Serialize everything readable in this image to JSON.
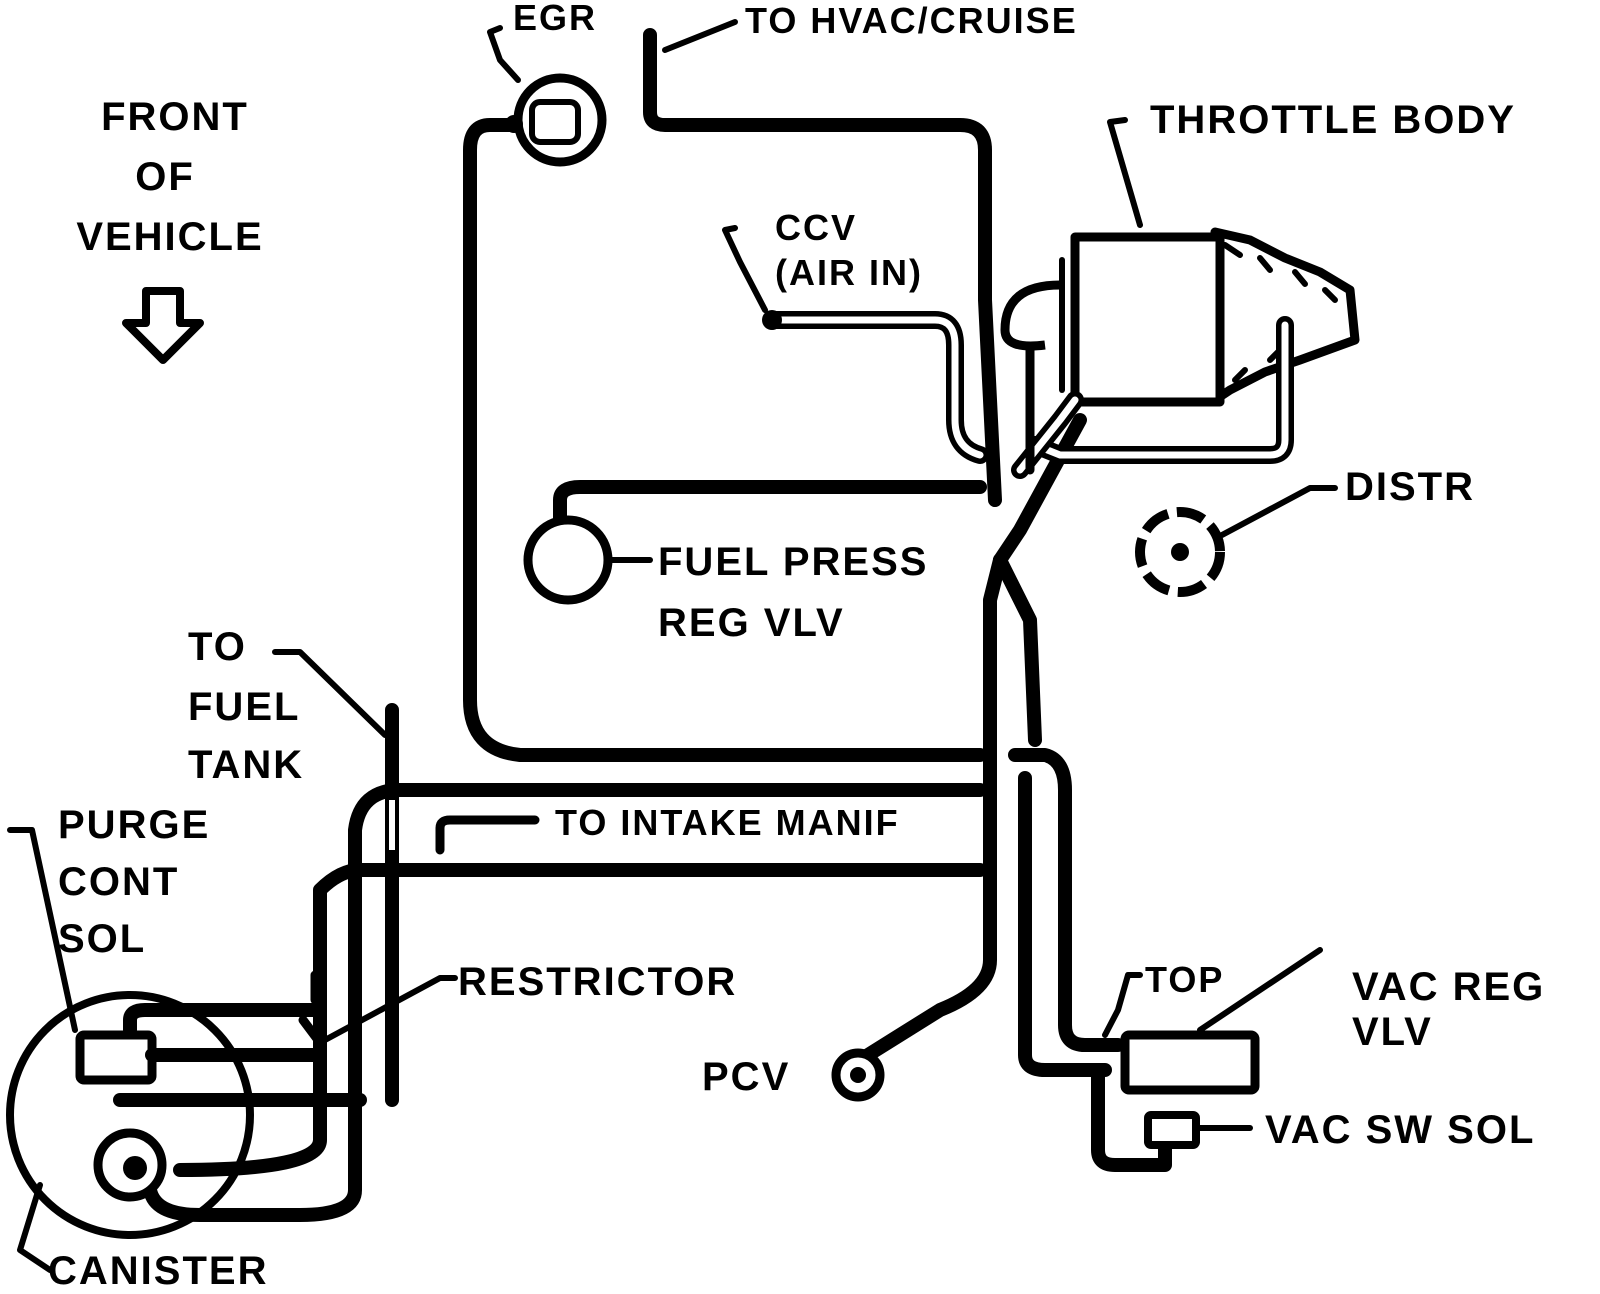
{
  "orientation": {
    "line1": "FRONT",
    "line2": "OF",
    "line3": "VEHICLE",
    "arrow_icon": "down-arrow-icon"
  },
  "labels": {
    "egr": "EGR",
    "hvac": "TO HVAC/CRUISE",
    "throttle_body": "THROTTLE BODY",
    "ccv_line1": "CCV",
    "ccv_line2": "(AIR IN)",
    "distr": "DISTR",
    "fuel_press_line1": "FUEL PRESS",
    "fuel_press_line2": "REG VLV",
    "to_fuel_tank_line1": "TO",
    "to_fuel_tank_line2": "FUEL",
    "to_fuel_tank_line3": "TANK",
    "purge_line1": "PURGE",
    "purge_line2": "CONT",
    "purge_line3": "SOL",
    "intake_manif": "TO INTAKE MANIF",
    "restrictor": "RESTRICTOR",
    "top": "TOP",
    "vac_reg_line1": "VAC REG",
    "vac_reg_line2": "VLV",
    "pcv": "PCV",
    "vac_sw_sol": "VAC SW SOL",
    "canister": "CANISTER"
  }
}
